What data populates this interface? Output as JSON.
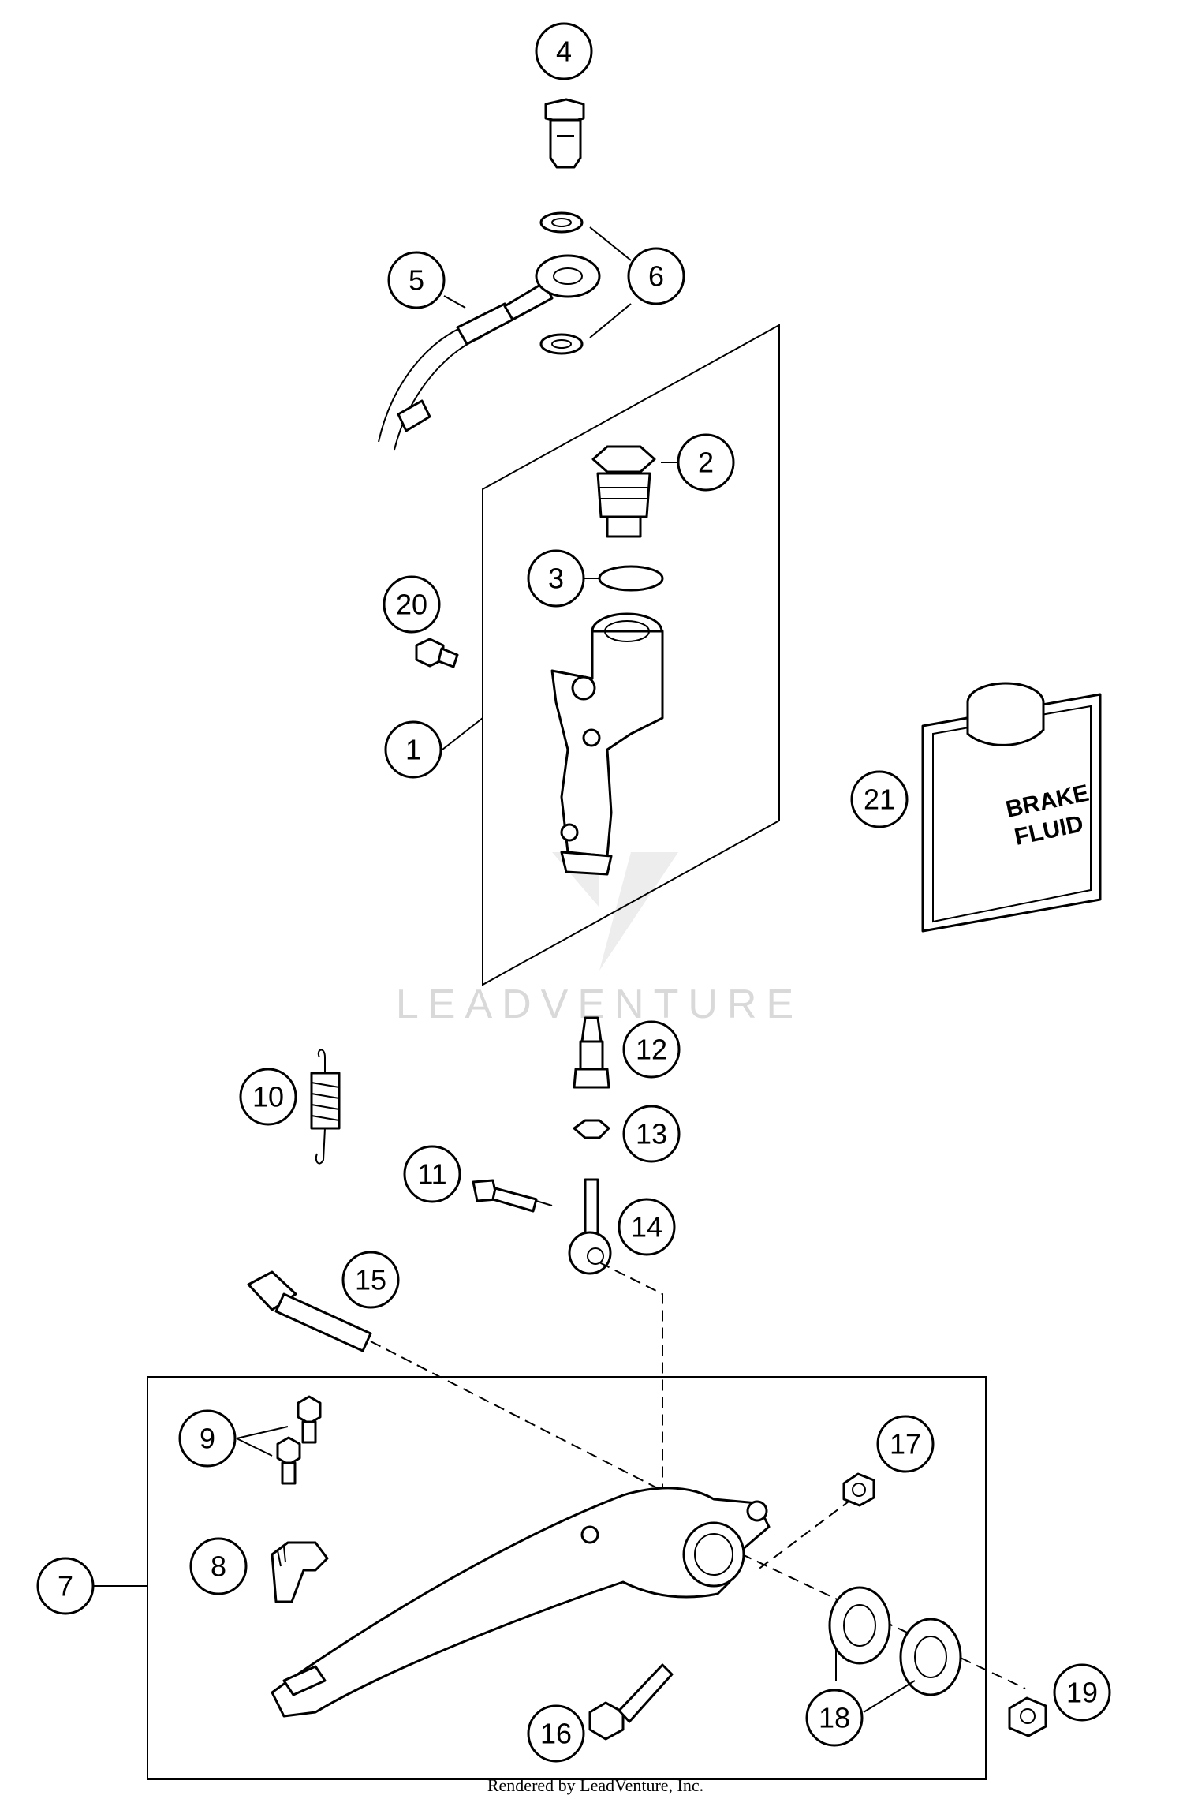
{
  "watermark": "LEADVENTURE",
  "credit": "Rendered by LeadVenture, Inc.",
  "bottle_label": [
    "BRAKE",
    "FLUID"
  ],
  "callouts": [
    {
      "id": "c1",
      "label": "1"
    },
    {
      "id": "c2",
      "label": "2"
    },
    {
      "id": "c3",
      "label": "3"
    },
    {
      "id": "c4",
      "label": "4"
    },
    {
      "id": "c5",
      "label": "5"
    },
    {
      "id": "c6",
      "label": "6"
    },
    {
      "id": "c7",
      "label": "7"
    },
    {
      "id": "c8",
      "label": "8"
    },
    {
      "id": "c9",
      "label": "9"
    },
    {
      "id": "c10",
      "label": "10"
    },
    {
      "id": "c11",
      "label": "11"
    },
    {
      "id": "c12",
      "label": "12"
    },
    {
      "id": "c13",
      "label": "13"
    },
    {
      "id": "c14",
      "label": "14"
    },
    {
      "id": "c15",
      "label": "15"
    },
    {
      "id": "c16",
      "label": "16"
    },
    {
      "id": "c17",
      "label": "17"
    },
    {
      "id": "c18",
      "label": "18"
    },
    {
      "id": "c19",
      "label": "19"
    },
    {
      "id": "c20",
      "label": "20"
    },
    {
      "id": "c21",
      "label": "21"
    }
  ]
}
